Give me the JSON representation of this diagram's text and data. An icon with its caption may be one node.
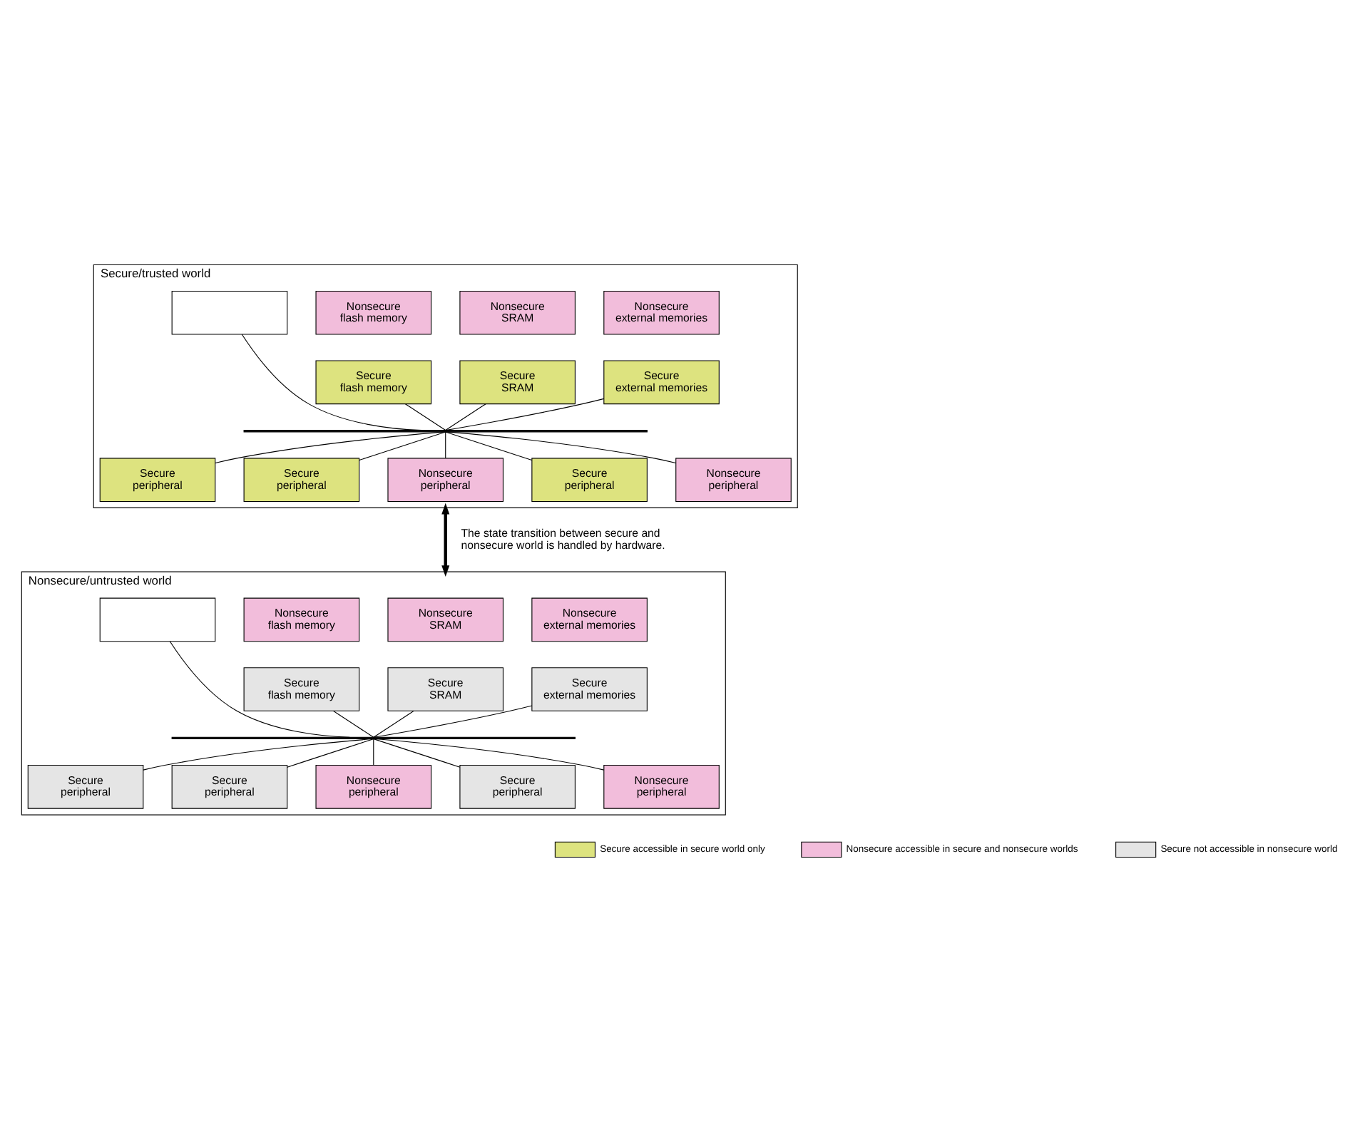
{
  "diagram": {
    "nodes": [
      {
        "text": [
          "Secure/trusted world"
        ]
      },
      {
        "text": [],
        "shape": "box",
        "in": 0
      },
      {
        "text": [
          "Nonsecure flash memory"
        ],
        "in": 0
      },
      {
        "text": [
          "Secure flash memory"
        ],
        "in": 0
      },
      {
        "text": [
          "Nonsecure SRAM"
        ],
        "in": 0
      },
      {
        "text": [
          "Secure SRAM"
        ],
        "in": 0
      },
      {
        "text": [
          "Nonsecure external memories"
        ],
        "in": 0
      },
      {
        "text": [
          "Secure external memories"
        ],
        "in": 0
      },
      {
        "text": [],
        "shape": "bar",
        "in": 0
      },
      {
        "text": [
          "Secure peripheral"
        ],
        "in": 0
      },
      {
        "text": [
          "Secure peripheral"
        ],
        "in": 0
      },
      {
        "text": [
          "Nonsecure peripheral"
        ],
        "in": 0
      },
      {
        "text": [
          "Secure peripheral"
        ],
        "in": 0
      },
      {
        "text": [
          "Nonsecure peripheral"
        ],
        "in": 0
      },
      {
        "text": [
          "Nonsecure/untrusted world"
        ]
      },
      {
        "text": [],
        "shape": "box",
        "in": 14
      },
      {
        "text": [
          "Nonsecure flash memory"
        ],
        "in": 14
      },
      {
        "text": [
          "Secure flash memory"
        ],
        "in": 14
      },
      {
        "text": [
          "Nonsecure SRAM"
        ],
        "in": 14
      },
      {
        "text": [
          "Secure SRAM"
        ],
        "in": 14
      },
      {
        "text": [
          "Nonsecure external memories"
        ],
        "in": 14
      },
      {
        "text": [
          "Secure external memories"
        ],
        "in": 14
      },
      {
        "text": [],
        "shape": "bar",
        "in": 14
      },
      {
        "text": [
          "Secure peripheral"
        ],
        "in": 14
      },
      {
        "text": [
          "Secure peripheral"
        ],
        "in": 14
      },
      {
        "text": [
          "Nonsecure peripheral"
        ],
        "in": 14
      },
      {
        "text": [
          "Secure peripheral"
        ],
        "in": 14
      },
      {
        "text": [
          "Nonsecure peripheral"
        ],
        "in": 14
      }
    ],
    "edges": [
      {
        "from": 1,
        "to": 8,
        "arrow": "none"
      },
      {
        "from": 3,
        "to": 8,
        "arrow": "none"
      },
      {
        "from": 5,
        "to": 8,
        "arrow": "none"
      },
      {
        "from": 7,
        "to": 8,
        "arrow": "none"
      },
      {
        "from": 8,
        "to": 9,
        "arrow": "none"
      },
      {
        "from": 8,
        "to": 10,
        "arrow": "none"
      },
      {
        "from": 8,
        "to": 11,
        "arrow": "none"
      },
      {
        "from": 8,
        "to": 12,
        "arrow": "none"
      },
      {
        "from": 8,
        "to": 13,
        "arrow": "none"
      },
      {
        "from": 0,
        "to": 14,
        "arrow": "both",
        "label": "The state transition between secure and nonsecure world is handled by hardware.",
        "style": "thick"
      },
      {
        "from": 15,
        "to": 22,
        "arrow": "none"
      },
      {
        "from": 17,
        "to": 22,
        "arrow": "none"
      },
      {
        "from": 19,
        "to": 22,
        "arrow": "none"
      },
      {
        "from": 21,
        "to": 22,
        "arrow": "none"
      },
      {
        "from": 22,
        "to": 23,
        "arrow": "none"
      },
      {
        "from": 22,
        "to": 24,
        "arrow": "none"
      },
      {
        "from": 22,
        "to": 25,
        "arrow": "none"
      },
      {
        "from": 22,
        "to": 26,
        "arrow": "none"
      },
      {
        "from": 22,
        "to": 27,
        "arrow": "none"
      }
    ],
    "legend": [
      {
        "text": "Secure accessible in secure world only",
        "color": "#dde37f"
      },
      {
        "text": "Nonsecure accessible in secure and nonsecure worlds",
        "color": "#f2bddb"
      },
      {
        "text": "Secure not accessible in nonsecure world",
        "color": "#e5e5e5"
      }
    ]
  }
}
